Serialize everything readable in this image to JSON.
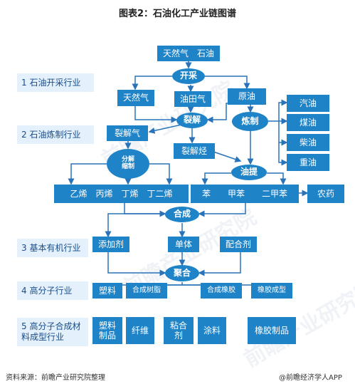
{
  "title": "图表2：石油化工产业链图谱",
  "top_source": "天然气　石油",
  "ovals": {
    "mining": "开采",
    "cracking": "裂解",
    "refining": "炼制",
    "decompose_a": "分解",
    "decompose_b": "缩制",
    "extraction": "油提",
    "synthesis": "合成",
    "polymerize": "聚合"
  },
  "stages": [
    "1 石油开采行业",
    "2 石油炼制行业",
    "3 基本有机行业",
    "4 高分子行业",
    "5 高分子合成材料成型行业"
  ],
  "stage5_lines": [
    "5 高分子合成材",
    "料成型行业"
  ],
  "products": {
    "natural_gas": "天然气",
    "oilfield_gas": "油田气",
    "crude_oil": "原油",
    "gasoline": "汽油",
    "kerosene": "煤油",
    "diesel": "柴油",
    "heavy_oil": "重油",
    "cracked_gas": "裂解气",
    "cracked_hydrocarbon": "裂解烃",
    "olefins": "乙烯　丙烯　丁烯　丁二烯",
    "aromatics": "苯　　甲苯　　二甲苯",
    "pesticide": "农药",
    "additive": "添加剂",
    "monomer": "单体",
    "compounding_agent": "配合剂",
    "plastic": "塑料",
    "synthetic_resin": "合成树脂",
    "synthetic_rubber": "合成橡胶",
    "rubber_molding": "橡胶成型",
    "plastic_products": [
      "塑料",
      "制品"
    ],
    "fiber": "纤维",
    "adhesive": [
      "粘合",
      "剂"
    ],
    "coating": "涂料",
    "rubber_products": "橡胶制品"
  },
  "footer": {
    "source": "资料来源：前瞻产业研究院整理",
    "brand": "@前瞻经济学人APP"
  },
  "watermark": "前瞻产业研究院",
  "colors": {
    "box": "#1f83c8",
    "label_bg": "#e4f0fb",
    "label_text": "#1a4e8a",
    "line": "#2a73b8"
  }
}
